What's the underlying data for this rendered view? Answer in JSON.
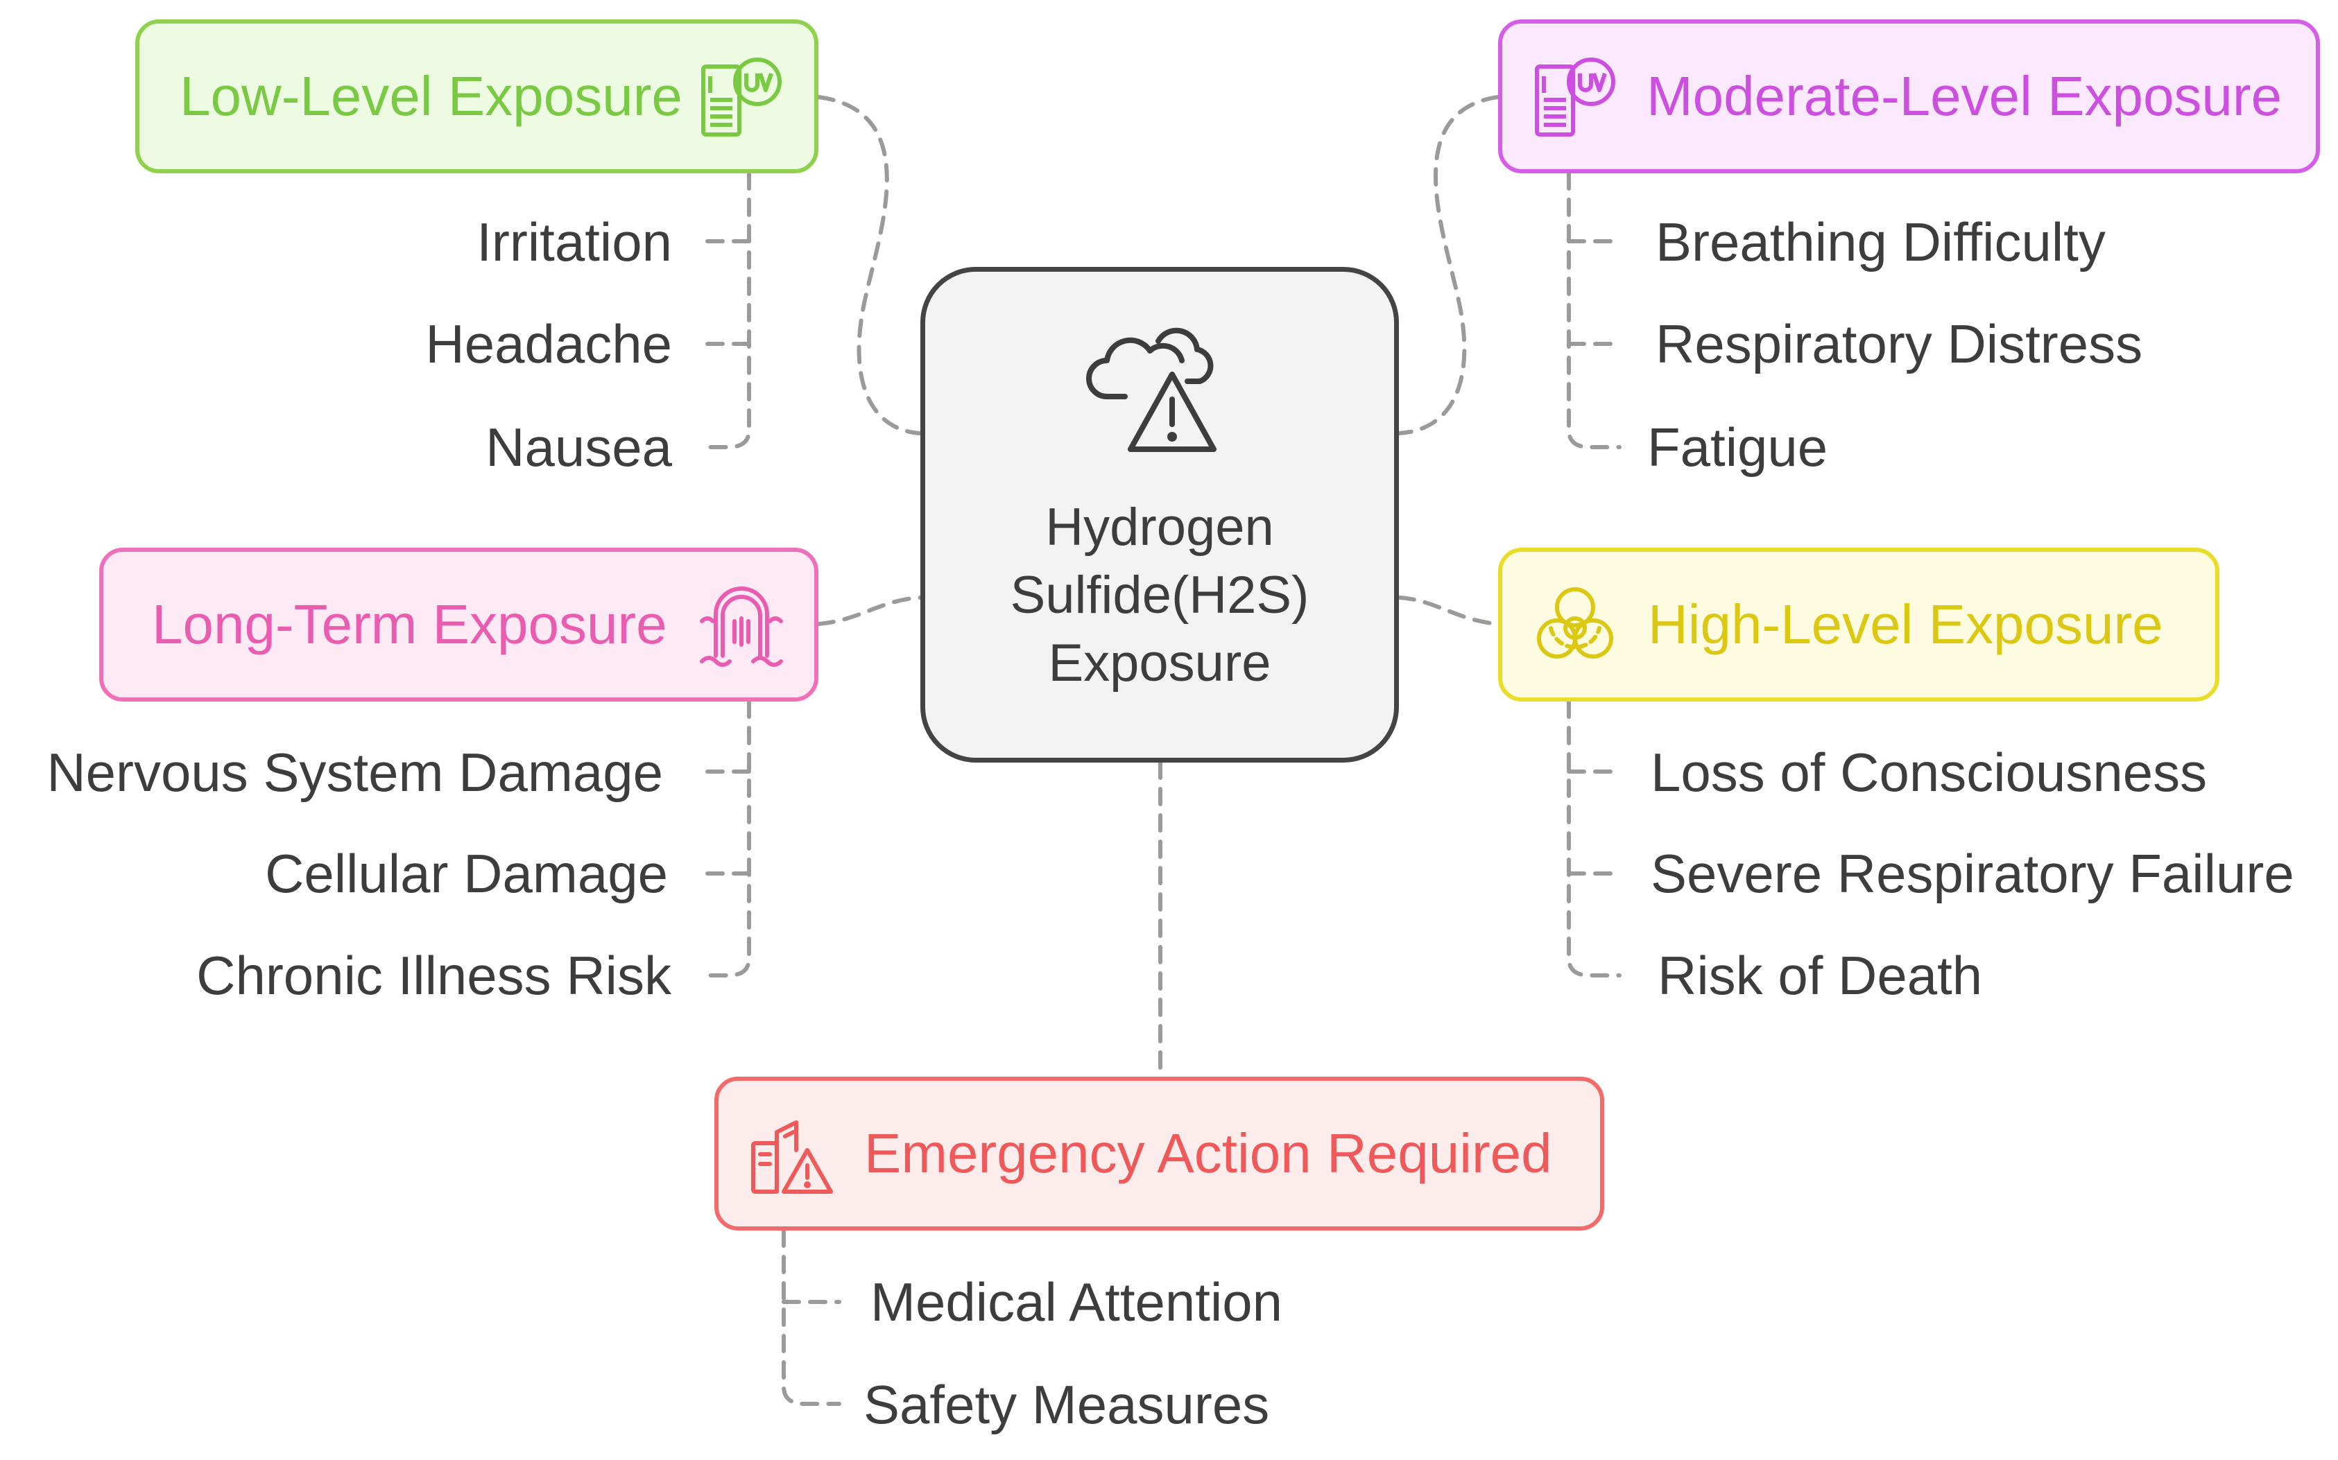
{
  "center": {
    "title_lines": [
      "Hydrogen",
      "Sulfide(H2S)",
      "Exposure"
    ],
    "icon": "cloud-warning-icon"
  },
  "branches": {
    "low": {
      "title": "Low-Level Exposure",
      "icon": "uv-meter-icon",
      "color": "#8fd14f",
      "items": [
        "Irritation",
        "Headache",
        "Nausea"
      ]
    },
    "moderate": {
      "title": "Moderate-Level Exposure",
      "icon": "uv-meter-icon",
      "color": "#d55ee6",
      "items": [
        "Breathing Difficulty",
        "Respiratory Distress",
        "Fatigue"
      ]
    },
    "longterm": {
      "title": "Long-Term Exposure",
      "icon": "bacteria-cell-icon",
      "color": "#f06fb9",
      "items": [
        "Nervous System Damage",
        "Cellular Damage",
        "Chronic Illness Risk"
      ]
    },
    "high": {
      "title": "High-Level Exposure",
      "icon": "biohazard-icon",
      "color": "#e9dd2a",
      "items": [
        "Loss of Consciousness",
        "Severe Respiratory Failure",
        "Risk of Death"
      ]
    },
    "emergency": {
      "title": "Emergency Action Required",
      "icon": "building-warning-icon",
      "color": "#f26a6a",
      "items": [
        "Medical Attention",
        "Safety Measures"
      ]
    }
  }
}
